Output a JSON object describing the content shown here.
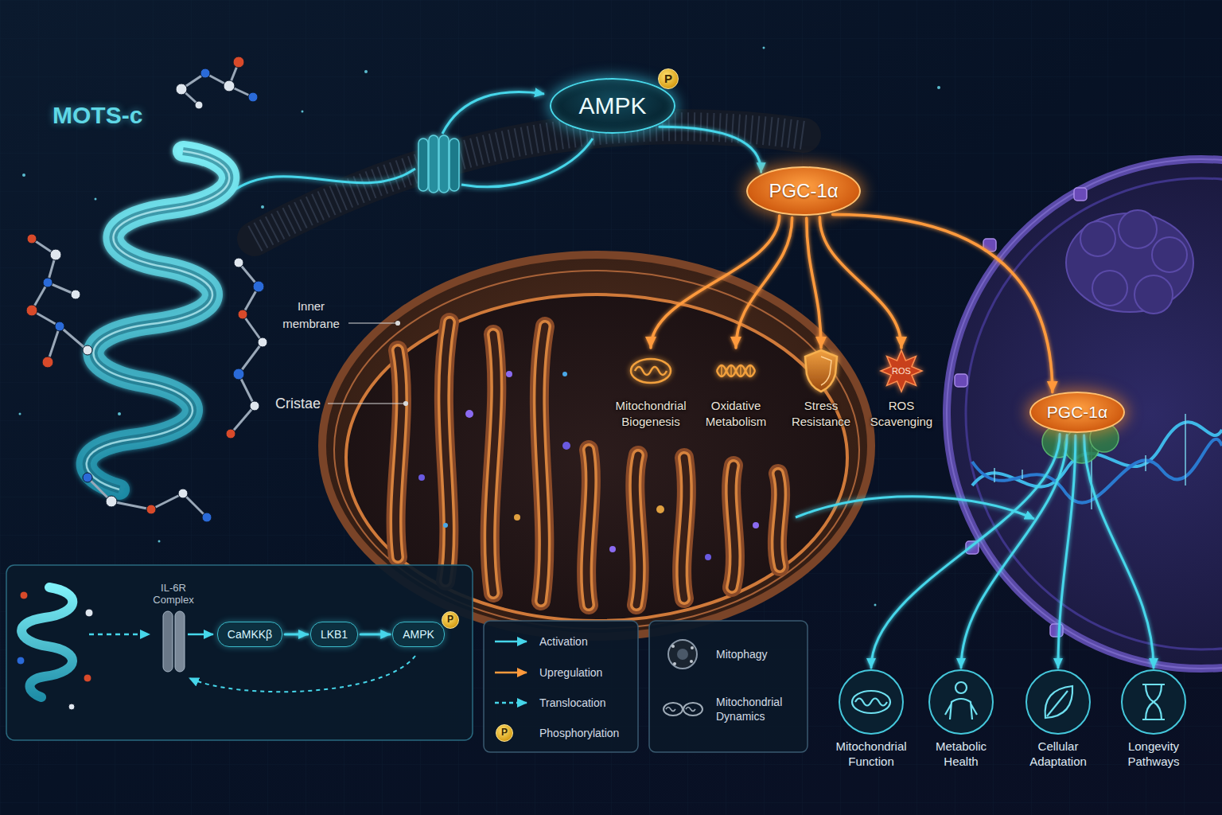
{
  "diagram": {
    "nodes": [
      {
        "text": [
          "AMPK"
        ]
      },
      {
        "text": [
          "PGC-1α"
        ]
      },
      {
        "text": [
          "Mitochondrial Biogenesis"
        ]
      },
      {
        "text": [
          "Oxidative Metabolism"
        ]
      },
      {
        "text": [
          "Stress Resistance"
        ]
      },
      {
        "text": [
          "ROS",
          "ROS Scavenging"
        ]
      },
      {
        "text": [
          "PGC-1α"
        ]
      },
      {
        "text": [
          "Mitochondrial Function"
        ]
      },
      {
        "text": [
          "Metabolic Health"
        ]
      },
      {
        "text": [
          "Cellular Adaptation"
        ]
      },
      {
        "text": [
          "Longevity Pathways"
        ]
      },
      {
        "text": [
          "CaMKKβ"
        ]
      },
      {
        "text": [
          "LKB1"
        ]
      },
      {
        "text": [
          "AMPK"
        ]
      }
    ],
    "edges": [
      {
        "from": 0,
        "to": 1,
        "arrow": "to"
      },
      {
        "from": 1,
        "to": 2,
        "arrow": "to"
      },
      {
        "from": 1,
        "to": 3,
        "arrow": "to"
      },
      {
        "from": 1,
        "to": 4,
        "arrow": "to"
      },
      {
        "from": 1,
        "to": 5,
        "arrow": "to"
      },
      {
        "from": 1,
        "to": 6,
        "arrow": "to"
      },
      {
        "from": 6,
        "to": 7,
        "arrow": "to"
      },
      {
        "from": 6,
        "to": 8,
        "arrow": "to"
      },
      {
        "from": 6,
        "to": 9,
        "arrow": "to"
      },
      {
        "from": 6,
        "to": 10,
        "arrow": "to"
      },
      {
        "from": 11,
        "to": 12,
        "arrow": "to"
      },
      {
        "from": 12,
        "to": 13,
        "arrow": "to"
      }
    ],
    "labels": [
      "MOTS-c",
      "Inner membrane",
      "Cristae",
      "P",
      "IL-6R Complex",
      "P",
      "P"
    ],
    "legend": [
      {
        "text": "Activation"
      },
      {
        "text": "Upregulation"
      },
      {
        "text": "Translocation"
      },
      {
        "text": "Phosphorylation"
      },
      {
        "text": "Mitophagy"
      },
      {
        "text": "Mitochondrial Dynamics"
      }
    ]
  }
}
